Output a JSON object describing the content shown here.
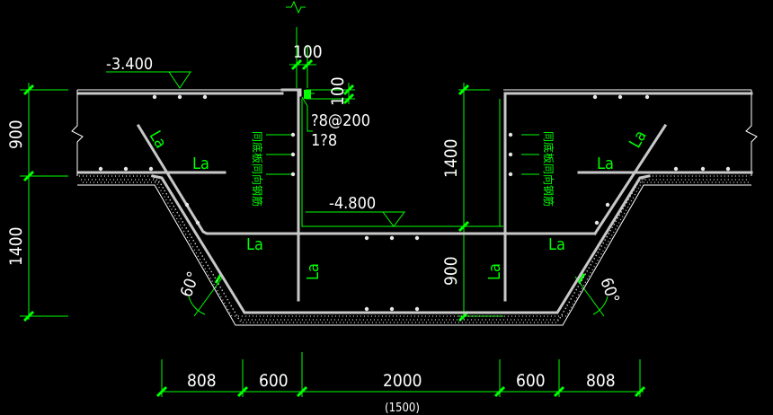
{
  "levels": {
    "top": "-3.400",
    "pit": "-4.800"
  },
  "left_dims": {
    "upper": "900",
    "lower": "1400"
  },
  "top_dims": {
    "horizontal": "100",
    "vertical": "100"
  },
  "mid_dims": {
    "upper": "1400",
    "lower": "900"
  },
  "rebar": {
    "main": "?8@200",
    "sub": "1?8"
  },
  "anchor_label": "La",
  "vertical_note": "同底板同向钢筋",
  "angle_label": "60°",
  "bottom_dims": [
    "808",
    "600",
    "2000",
    "600",
    "808"
  ],
  "bottom_note": "(1500)",
  "colors": {
    "background": "#000000",
    "dimension": "#00ff00",
    "line": "#c8c8c8",
    "text": "#ffffff"
  }
}
